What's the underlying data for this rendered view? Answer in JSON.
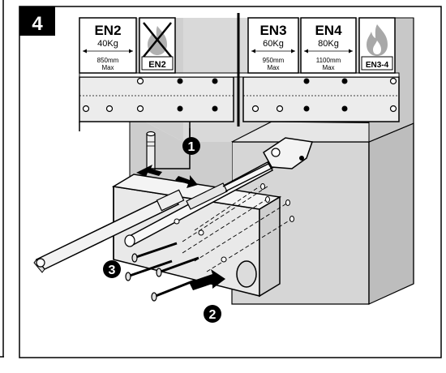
{
  "step_number": "4",
  "classes_left": [
    {
      "class": "EN2",
      "weight": "40Kg",
      "width": "850mm",
      "max": "Max"
    }
  ],
  "fire_badge_left": "EN2",
  "classes_right": [
    {
      "class": "EN3",
      "weight": "60Kg",
      "width": "950mm",
      "max": "Max"
    },
    {
      "class": "EN4",
      "weight": "80Kg",
      "width": "1100mm",
      "max": "Max"
    }
  ],
  "fire_badge_right": "EN3-4",
  "callouts": [
    "1",
    "2",
    "3"
  ],
  "colors": {
    "accent": "#000000",
    "wall": "#d9d9d9",
    "wall_dark": "#bdbdbd",
    "paper": "#ffffff"
  }
}
